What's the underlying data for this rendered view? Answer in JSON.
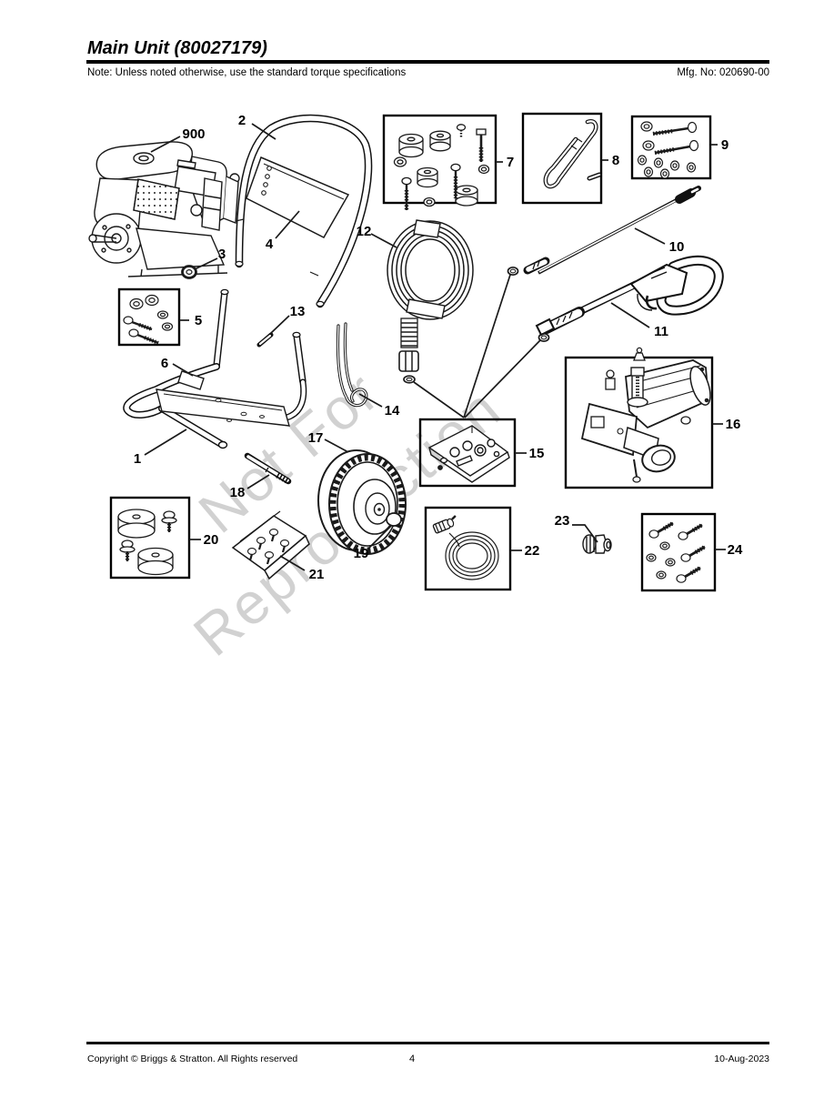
{
  "header": {
    "title": "Main Unit (80027179)",
    "note": "Note: Unless noted otherwise, use the standard torque specifications",
    "mfg_no": "Mfg. No: 020690-00"
  },
  "footer": {
    "copyright": "Copyright ©  Briggs & Stratton. All Rights reserved",
    "page_number": "4",
    "date": "10-Aug-2023"
  },
  "watermark": {
    "line1": "Not For",
    "line2": "Reproduction"
  },
  "diagram": {
    "callouts": {
      "n900": "900",
      "n1": "1",
      "n2": "2",
      "n3": "3",
      "n4": "4",
      "n5": "5",
      "n6": "6",
      "n7": "7",
      "n8": "8",
      "n9": "9",
      "n10": "10",
      "n11": "11",
      "n12": "12",
      "n13": "13",
      "n14": "14",
      "n15": "15",
      "n16": "16",
      "n17": "17",
      "n18": "18",
      "n19": "19",
      "n20": "20",
      "n21": "21",
      "n22": "22",
      "n23": "23",
      "n24": "24"
    }
  }
}
